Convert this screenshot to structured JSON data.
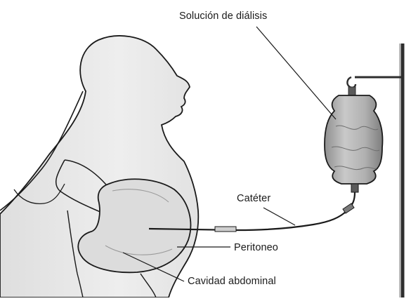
{
  "labels": {
    "solution": "Solución de diálisis",
    "catheter": "Catéter",
    "peritoneum": "Peritoneo",
    "cavity": "Cavidad abdominal"
  },
  "colors": {
    "background": "#ffffff",
    "ink": "#1a1a1a",
    "body_fill": "#e9e9e9",
    "bag_fill": "#bdbdbd",
    "bag_shadow": "#8c8c8c",
    "pole": "#3a3a3a"
  },
  "icons": {
    "figure": "human-profile-illustration",
    "bag": "iv-dialysis-bag-icon",
    "hook": "hanging-hook-icon"
  }
}
